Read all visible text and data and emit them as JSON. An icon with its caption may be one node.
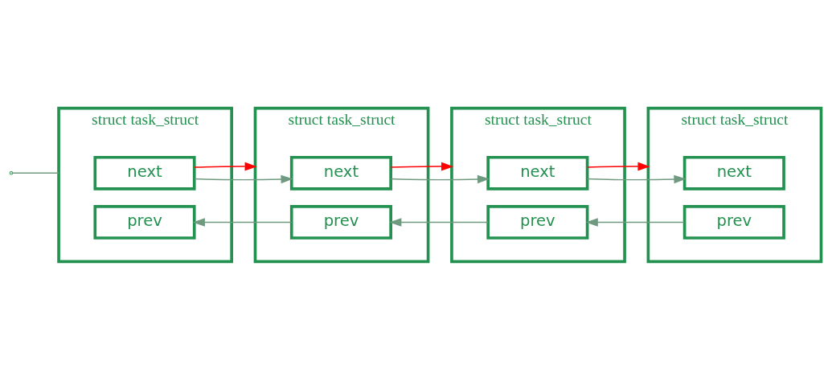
{
  "diagram": {
    "nodes": [
      {
        "text": [
          "struct task_struct"
        ]
      },
      {
        "text": [
          "next"
        ],
        "in": 0
      },
      {
        "text": [
          "prev"
        ],
        "in": 0
      },
      {
        "text": [
          "struct task_struct"
        ]
      },
      {
        "text": [
          "next"
        ],
        "in": 3
      },
      {
        "text": [
          "prev"
        ],
        "in": 3
      },
      {
        "text": [
          "struct task_struct"
        ]
      },
      {
        "text": [
          "next"
        ],
        "in": 6
      },
      {
        "text": [
          "prev"
        ],
        "in": 6
      },
      {
        "text": [
          "struct task_struct"
        ]
      },
      {
        "text": [
          "next"
        ],
        "in": 9
      },
      {
        "text": [
          "prev"
        ],
        "in": 9
      }
    ],
    "edges": [
      {
        "from": null,
        "to": 0,
        "arrow": "none"
      },
      {
        "from": 1,
        "to": 4,
        "arrow": "to"
      },
      {
        "from": 5,
        "to": 2,
        "arrow": "to"
      },
      {
        "from": 1,
        "to": 3,
        "arrow": "to",
        "color": "#ff0000"
      },
      {
        "from": 4,
        "to": 7,
        "arrow": "to"
      },
      {
        "from": 8,
        "to": 5,
        "arrow": "to"
      },
      {
        "from": 4,
        "to": 6,
        "arrow": "to",
        "color": "#ff0000"
      },
      {
        "from": 7,
        "to": 10,
        "arrow": "to"
      },
      {
        "from": 11,
        "to": 8,
        "arrow": "to"
      },
      {
        "from": 7,
        "to": 9,
        "arrow": "to",
        "color": "#ff0000"
      }
    ]
  }
}
